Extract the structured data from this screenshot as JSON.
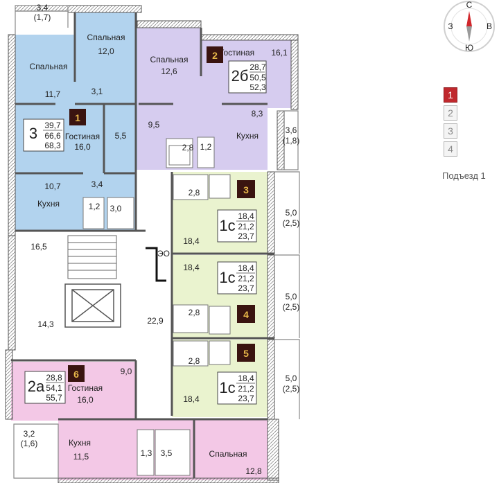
{
  "entrances": {
    "items": [
      "1",
      "2",
      "3",
      "4"
    ],
    "active_index": 0,
    "caption": "Подъезд 1"
  },
  "compass": {
    "n": "С",
    "s": "Ю",
    "w": "З",
    "e": "В"
  },
  "apartments": [
    {
      "number": "1",
      "rooms": "3",
      "area_living": "39,7",
      "area_total": "66,6",
      "area_with_balcony": "68,3"
    },
    {
      "number": "2",
      "rooms": "2б",
      "area_living": "28,7",
      "area_total": "50,5",
      "area_with_balcony": "52,3"
    },
    {
      "number": "3",
      "rooms": "1с",
      "area_living": "18,4",
      "area_total": "21,2",
      "area_with_balcony": "23,7"
    },
    {
      "number": "4",
      "rooms": "1с",
      "area_living": "18,4",
      "area_total": "21,2",
      "area_with_balcony": "23,7"
    },
    {
      "number": "5",
      "rooms": "1с",
      "area_living": "18,4",
      "area_total": "21,2",
      "area_with_balcony": "23,7"
    },
    {
      "number": "6",
      "rooms": "2а",
      "area_living": "28,8",
      "area_total": "54,1",
      "area_with_balcony": "55,7"
    }
  ],
  "labels": {
    "top_balcony": "3,4",
    "top_balcony_sub": "(1,7)",
    "a1_bedroom_top": "Спальная",
    "a1_bedroom_top_area": "12,0",
    "a1_bedroom_left": "Спальная",
    "a1_bedroom_left_area": "11,7",
    "a1_hall": "3,1",
    "a1_corridor": "5,5",
    "a1_living": "Гостиная",
    "a1_living_area": "16,0",
    "a1_kitchen_area": "10,7",
    "a1_kitchen": "Кухня",
    "a1_hall2": "3,4",
    "a1_wc": "1,2",
    "a1_bath": "3,0",
    "a2_living": "Гостиная",
    "a2_living_area": "16,1",
    "a2_bedroom": "Спальная",
    "a2_bedroom_area": "12,6",
    "a2_hall": "9,5",
    "a2_bath": "2,8",
    "a2_wc": "1,2",
    "a2_kitchen_area": "8,3",
    "a2_kitchen": "Кухня",
    "a2_balcony": "3,6",
    "a2_balcony_sub": "(1,8)",
    "a3_bath": "2,8",
    "a3_room": "18,4",
    "a3_balcony": "5,0",
    "a3_balcony_sub": "(2,5)",
    "eo": "ЭО",
    "stair": "16,5",
    "lift_hall": "14,3",
    "corridor": "22,9",
    "a4_room": "18,4",
    "a4_bath": "2,8",
    "a4_balcony": "5,0",
    "a4_balcony_sub": "(2,5)",
    "a5_bath": "2,8",
    "a5_room": "18,4",
    "a5_balcony": "5,0",
    "a5_balcony_sub": "(2,5)",
    "a6_hall": "9,0",
    "a6_living": "Гостиная",
    "a6_living_area": "16,0",
    "a6_kitchen": "Кухня",
    "a6_kitchen_area": "11,5",
    "a6_wc": "1,3",
    "a6_bath": "3,5",
    "a6_bedroom": "Спальная",
    "a6_bedroom_area": "12,8",
    "a6_balcony": "3,2",
    "a6_balcony_sub": "(1,6)"
  },
  "colors": {
    "apt1": "#b2d3ee",
    "apt2": "#d6ccef",
    "apt3_5": "#eaf3cf",
    "apt6": "#f3c8e6",
    "badge": "#3a1410",
    "badge_text": "#e8b84a",
    "wall": "#555555",
    "active_entrance": "#c0282d"
  }
}
